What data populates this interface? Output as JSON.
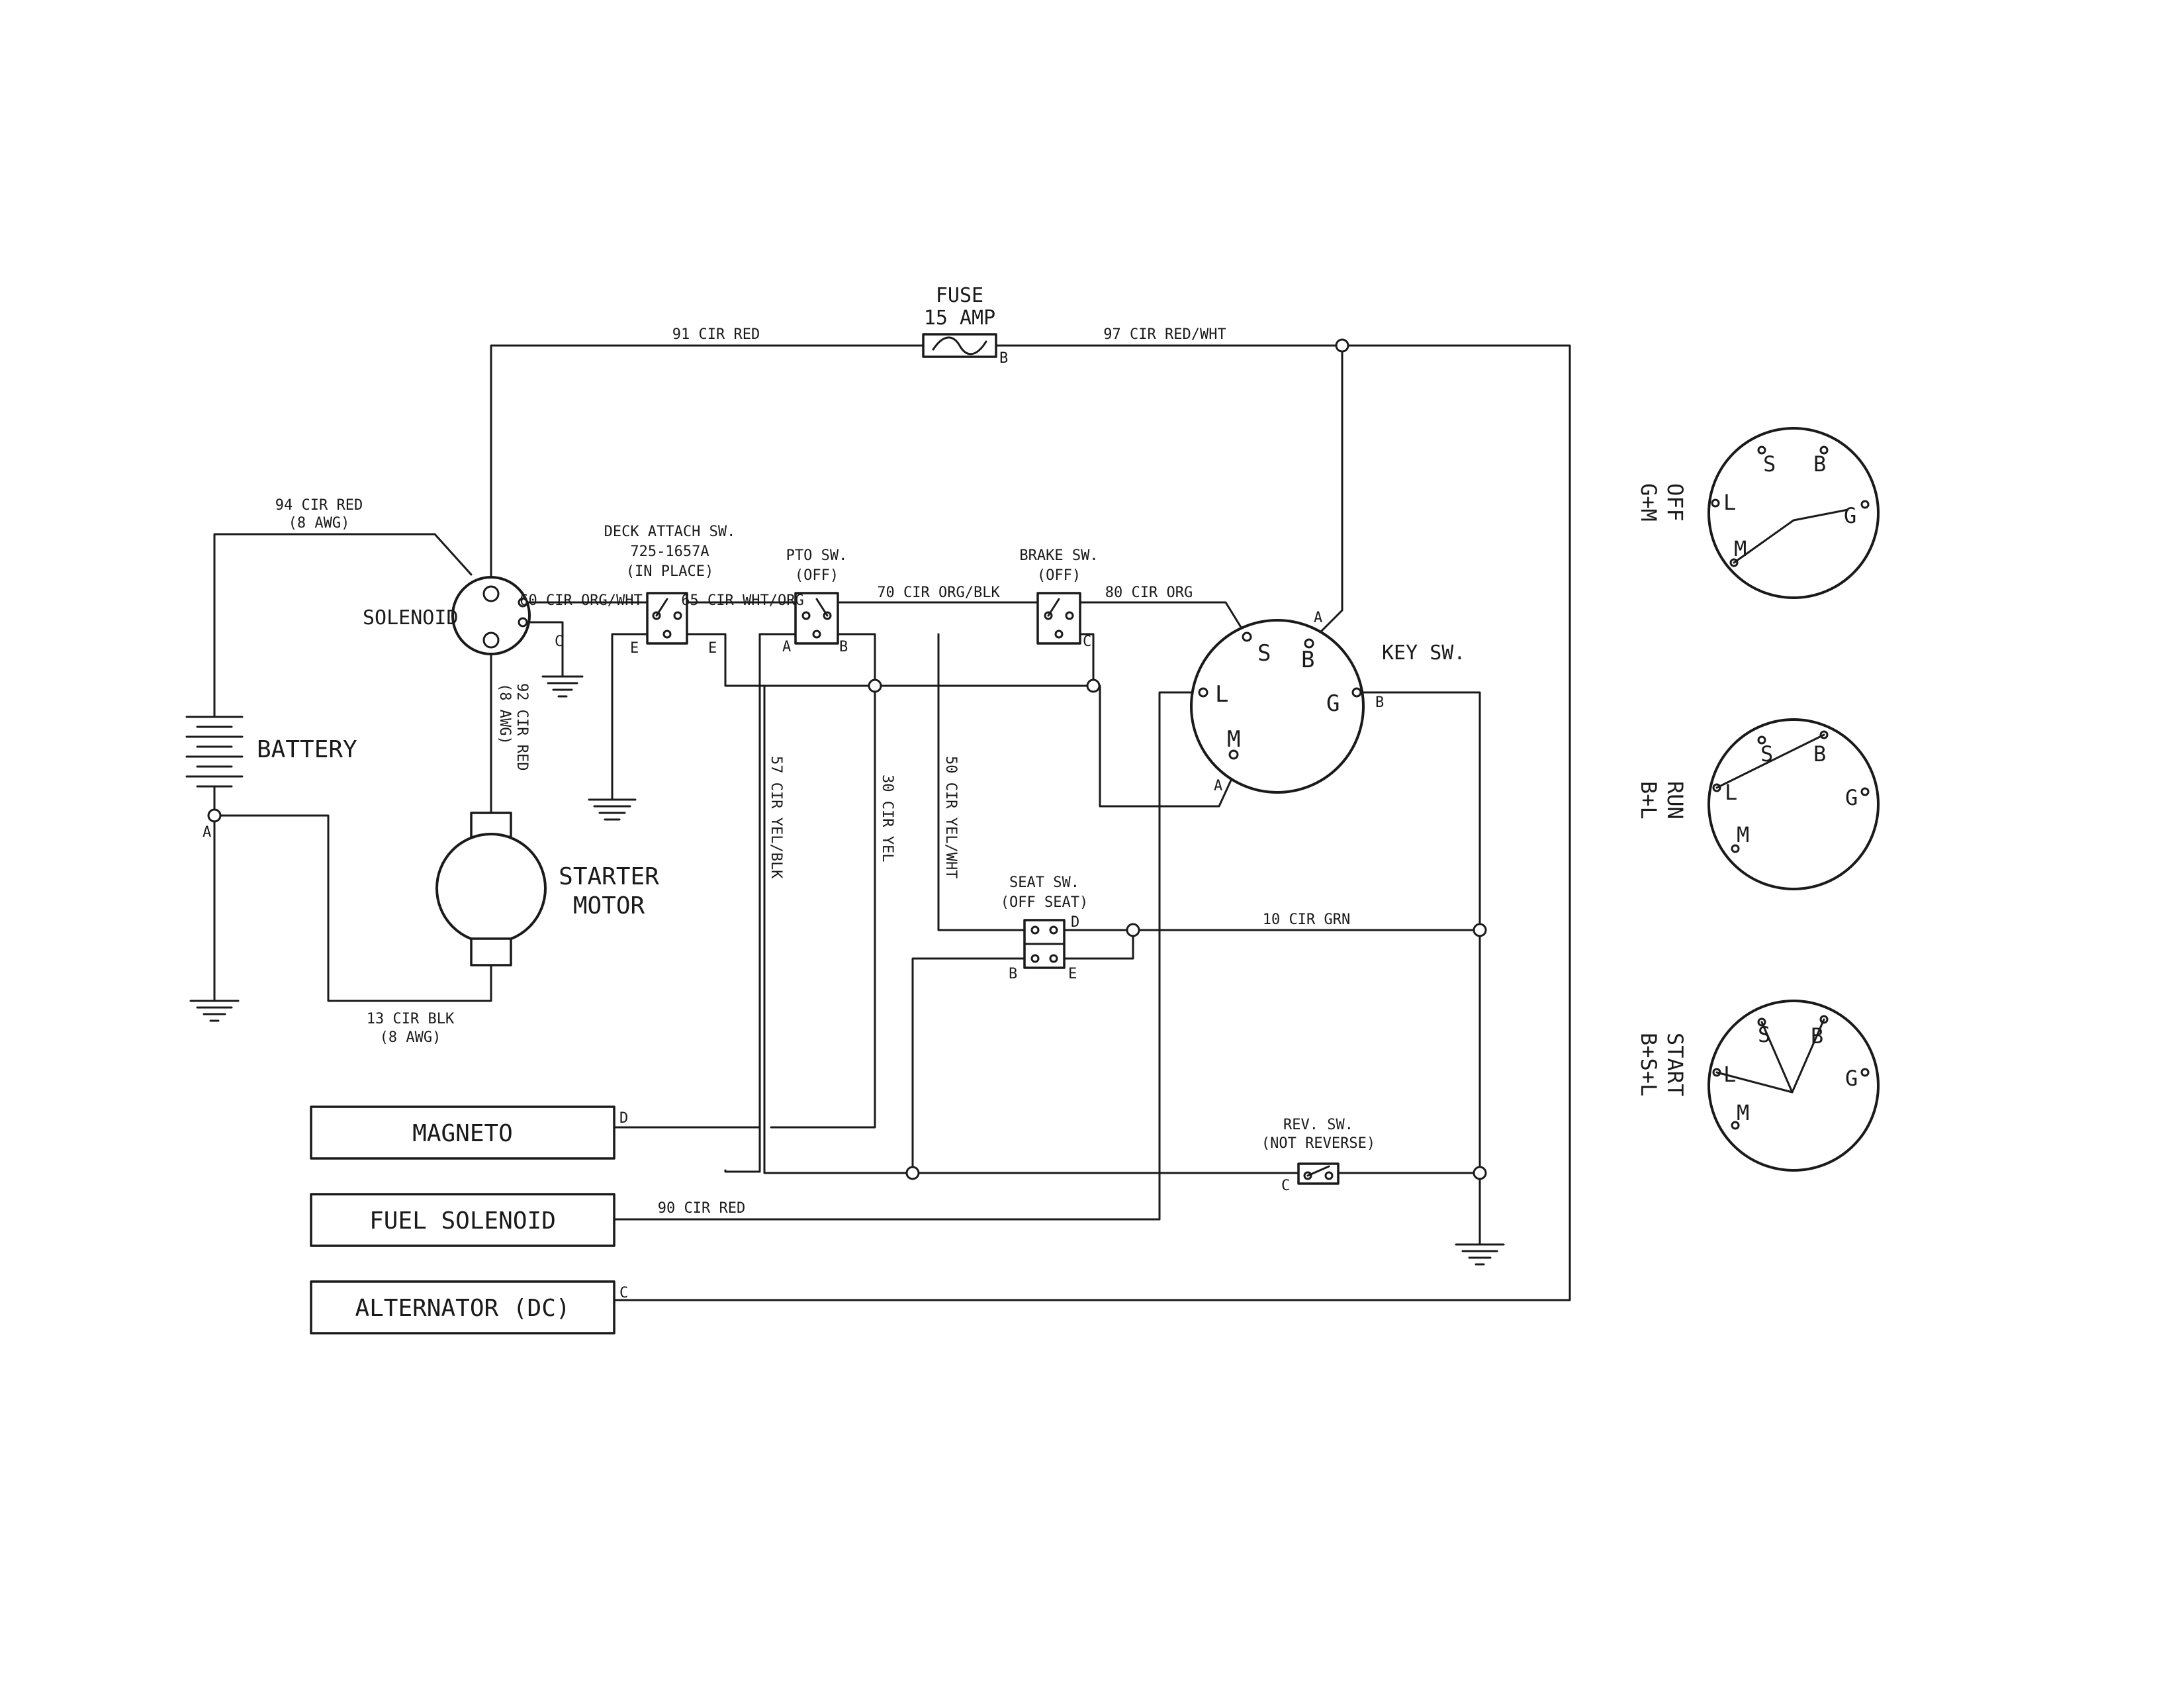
{
  "wires": {
    "w91": "91 CIR RED",
    "w97": "97 CIR RED/WHT",
    "w94": "94 CIR RED",
    "w94_gauge": "(8 AWG)",
    "w92": "92 CIR RED",
    "w92_gauge": "(8 AWG)",
    "w13": "13 CIR BLK",
    "w13_gauge": "(8 AWG)",
    "w60": "60 CIR ORG/WHT",
    "w65": "65 CIR WHT/ORG",
    "w70": "70 CIR ORG/BLK",
    "w80": "80 CIR ORG",
    "w57": "57 CIR YEL/BLK",
    "w30": "30 CIR YEL",
    "w50": "50 CIR YEL/WHT",
    "w10": "10 CIR GRN",
    "w90": "90 CIR RED"
  },
  "components": {
    "fuse_title": "FUSE",
    "fuse_rating": "15 AMP",
    "solenoid": "SOLENOID",
    "battery": "BATTERY",
    "starter_line1": "STARTER",
    "starter_line2": "MOTOR",
    "deck_line1": "DECK ATTACH SW.",
    "deck_line2": "725-1657A",
    "deck_line3": "(IN PLACE)",
    "pto_line1": "PTO SW.",
    "pto_line2": "(OFF)",
    "brake_line1": "BRAKE SW.",
    "brake_line2": "(OFF)",
    "seat_line1": "SEAT SW.",
    "seat_line2": "(OFF SEAT)",
    "rev_line1": "REV. SW.",
    "rev_line2": "(NOT REVERSE)",
    "key_sw": "KEY SW.",
    "magneto": "MAGNETO",
    "fuel_solenoid": "FUEL SOLENOID",
    "alternator": "ALTERNATOR (DC)"
  },
  "terminals": {
    "A": "A",
    "B": "B",
    "C": "C",
    "D": "D",
    "E": "E",
    "S": "S",
    "L": "L",
    "M": "M",
    "G": "G"
  },
  "key_positions": [
    {
      "name": "OFF",
      "connects": "G+M"
    },
    {
      "name": "RUN",
      "connects": "B+L"
    },
    {
      "name": "START",
      "connects": "B+S+L"
    }
  ]
}
